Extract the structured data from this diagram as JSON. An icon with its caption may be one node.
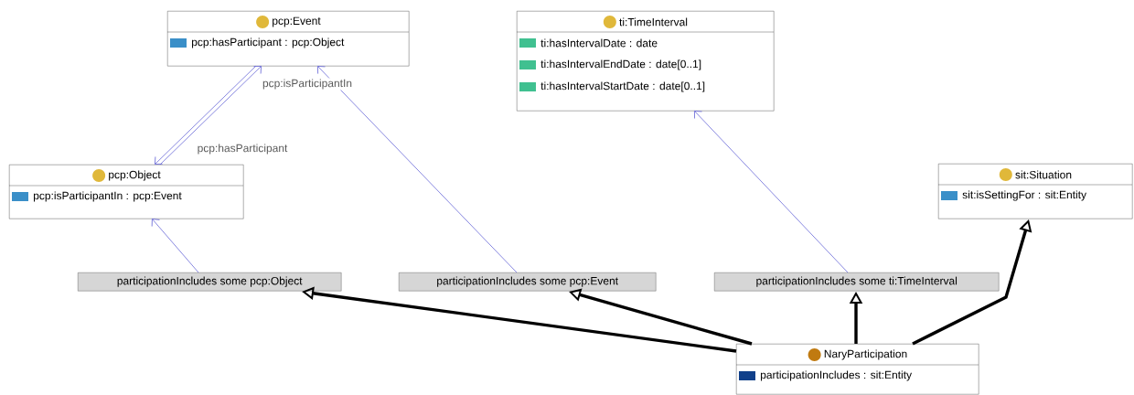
{
  "diagram": {
    "nodes": [
      {
        "text": [
          "pcp:Event",
          "pcp:hasParticipant : pcp:Object"
        ]
      },
      {
        "text": [
          "ti:TimeInterval",
          "ti:hasIntervalDate : date",
          "ti:hasIntervalEndDate : date[0..1]",
          "ti:hasIntervalStartDate : date[0..1]"
        ]
      },
      {
        "text": [
          "pcp:Object",
          "pcp:isParticipantIn : pcp:Event"
        ]
      },
      {
        "text": [
          "sit:Situation",
          "sit:isSettingFor : sit:Entity"
        ]
      },
      {
        "text": [
          "participationIncludes some pcp:Object"
        ]
      },
      {
        "text": [
          "participationIncludes some pcp:Event"
        ]
      },
      {
        "text": [
          "participationIncludes some ti:TimeInterval"
        ]
      },
      {
        "text": [
          "NaryParticipation",
          "participationIncludes : sit:Entity"
        ]
      }
    ],
    "edges": [
      {
        "from": 0,
        "to": 2,
        "arrow": "to",
        "label": "pcp:hasParticipant"
      },
      {
        "from": 2,
        "to": 0,
        "arrow": "to",
        "label": "pcp:isParticipantIn"
      },
      {
        "from": 4,
        "to": 2,
        "arrow": "to"
      },
      {
        "from": 5,
        "to": 0,
        "arrow": "to"
      },
      {
        "from": 6,
        "to": 1,
        "arrow": "to"
      },
      {
        "from": 7,
        "to": 4,
        "arrow": "to",
        "style": "thick",
        "color": "#000000"
      },
      {
        "from": 7,
        "to": 5,
        "arrow": "to",
        "style": "thick",
        "color": "#000000"
      },
      {
        "from": 7,
        "to": 6,
        "arrow": "to",
        "style": "thick",
        "color": "#000000"
      },
      {
        "from": 7,
        "to": 3,
        "arrow": "to",
        "style": "thick",
        "color": "#000000"
      }
    ]
  }
}
